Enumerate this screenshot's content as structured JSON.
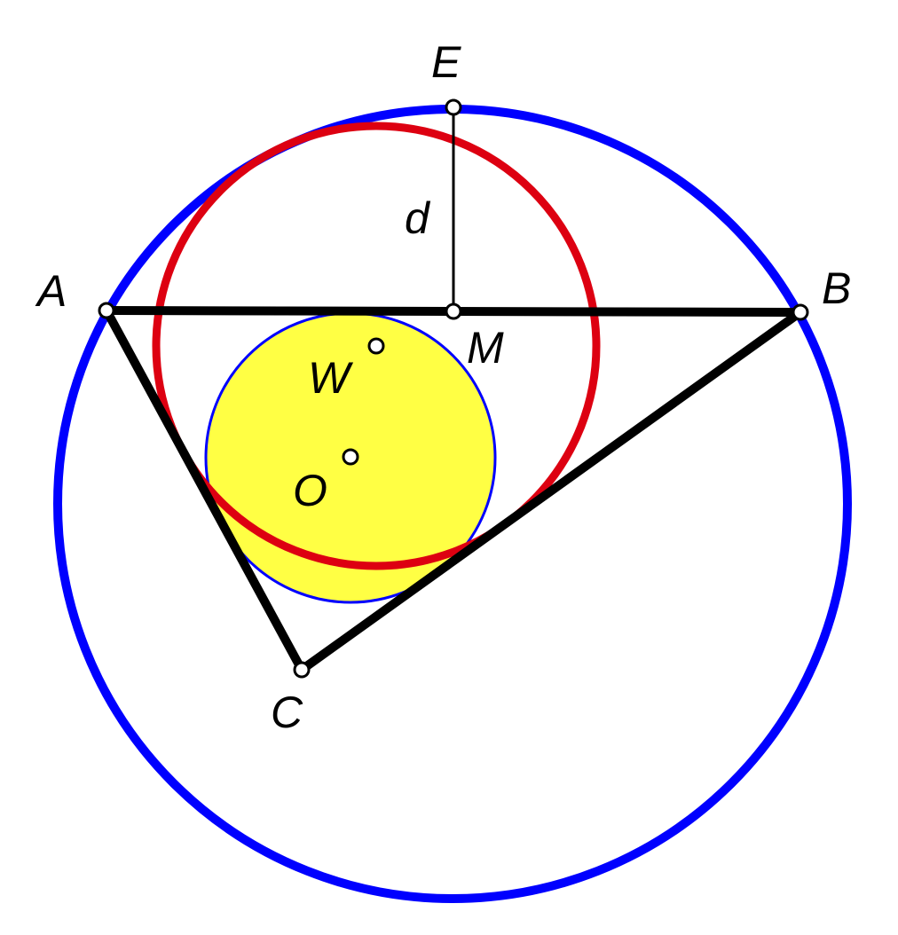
{
  "diagram": {
    "colors": {
      "circumcircle": "#0000ff",
      "tangent_circle": "#dd0011",
      "incircle_fill": "#ffff44",
      "incircle_stroke": "#0000ff",
      "triangle": "#000000",
      "point_fill": "#ffffff",
      "point_stroke": "#000000"
    },
    "labels": {
      "E": "E",
      "A": "A",
      "B": "B",
      "M": "M",
      "W": "W",
      "O": "O",
      "C": "C",
      "d": "d"
    }
  }
}
